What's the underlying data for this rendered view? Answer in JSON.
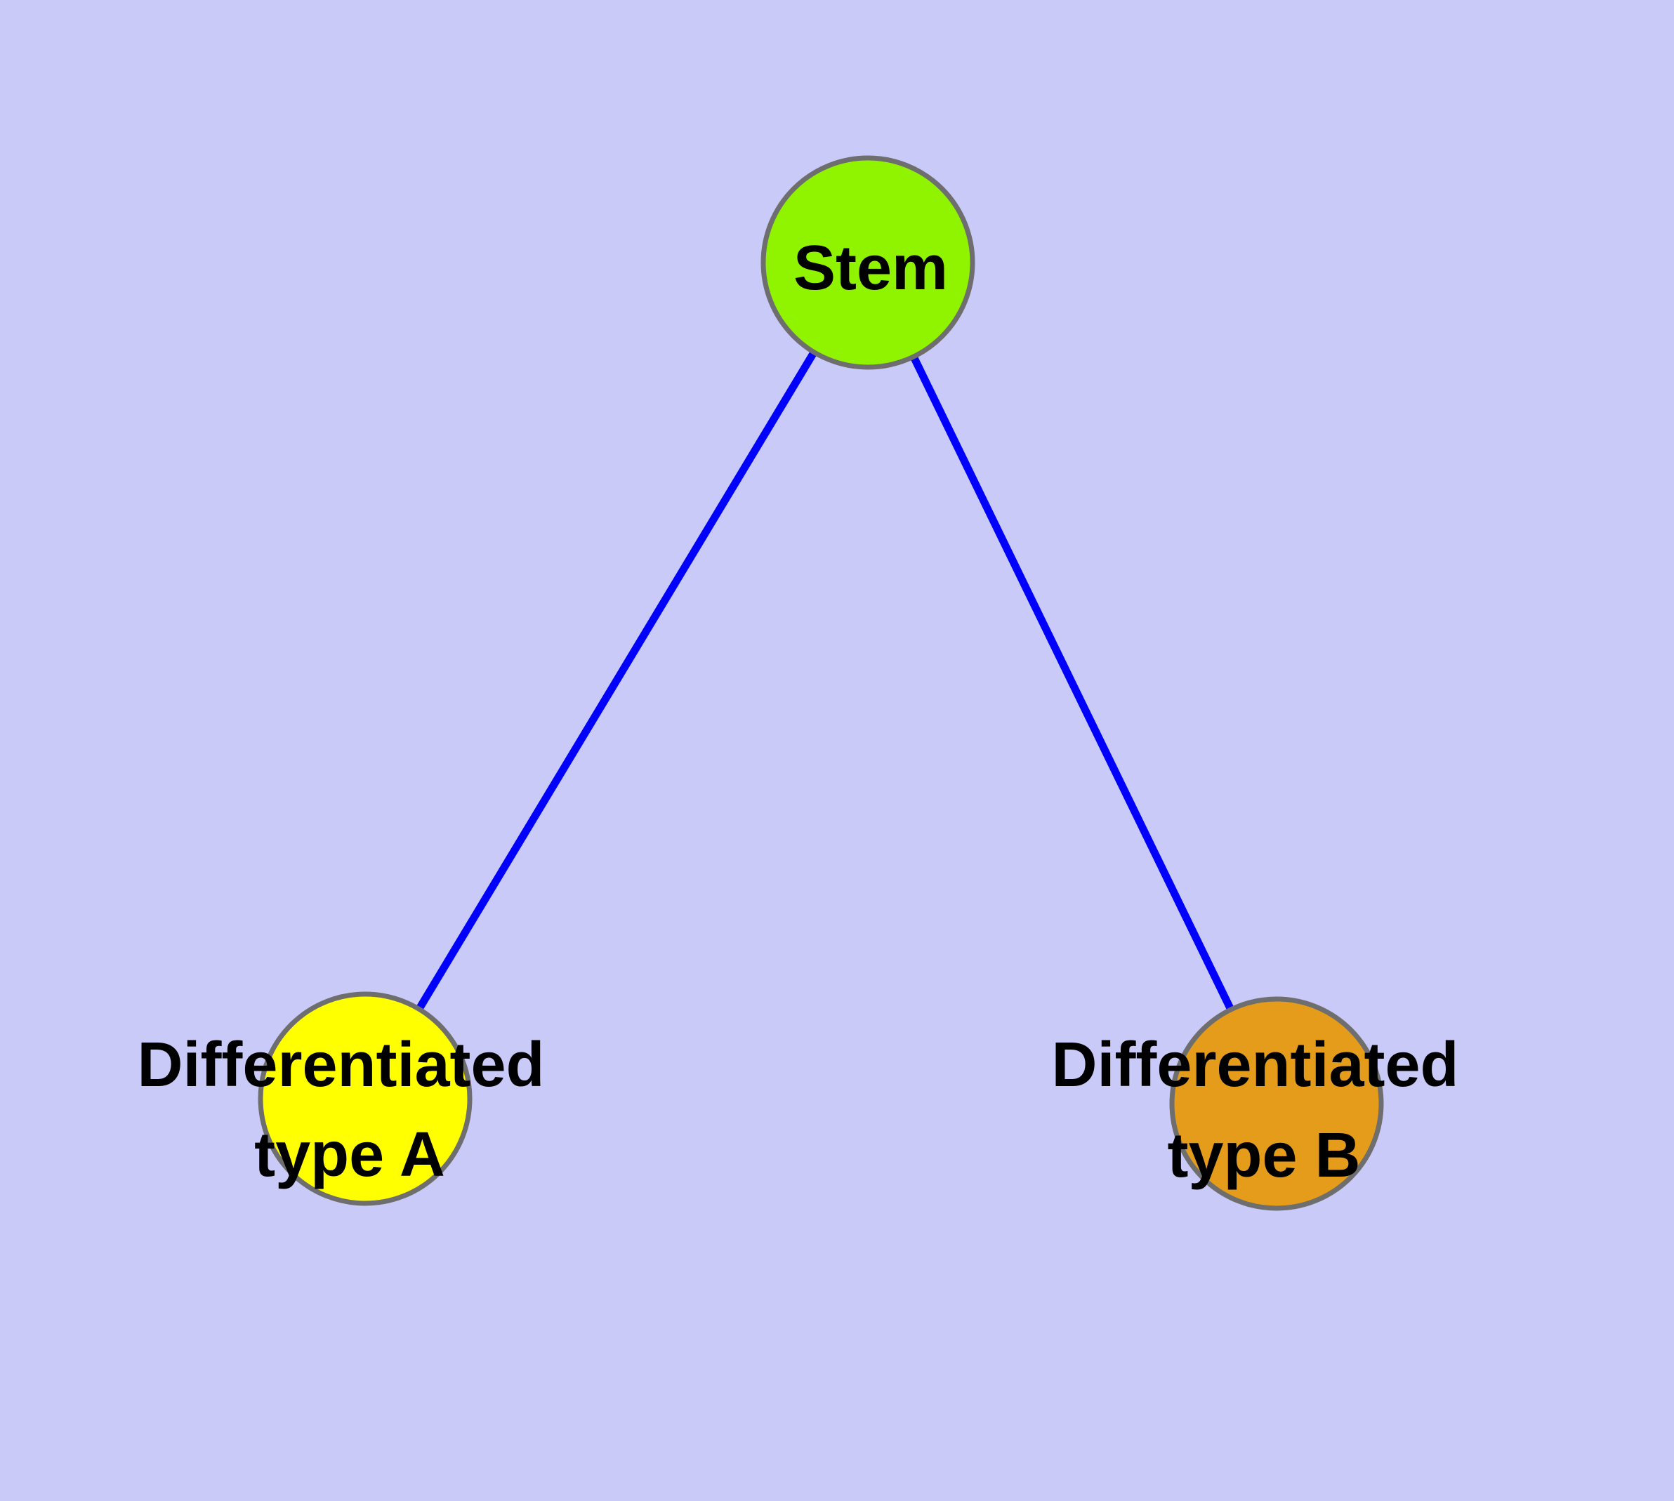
{
  "diagram": {
    "type": "graph",
    "nodes": [
      {
        "id": "stem",
        "label": "Stem",
        "lines": [
          "Stem"
        ],
        "fill": "#90F400"
      },
      {
        "id": "type-a",
        "label": "Differentiated type A",
        "lines": [
          "Differentiated",
          "type A"
        ],
        "fill": "#FFFF00"
      },
      {
        "id": "type-b",
        "label": "Differentiated type B",
        "lines": [
          "Differentiated",
          "type B"
        ],
        "fill": "#E69C1B"
      }
    ],
    "edges": [
      {
        "from": "stem",
        "to": "type-a"
      },
      {
        "from": "stem",
        "to": "type-b"
      }
    ],
    "colors": {
      "background": "#CACAF8",
      "edge": "#0000FF",
      "node_border": "#6E6E6E",
      "label": "#000000"
    }
  }
}
